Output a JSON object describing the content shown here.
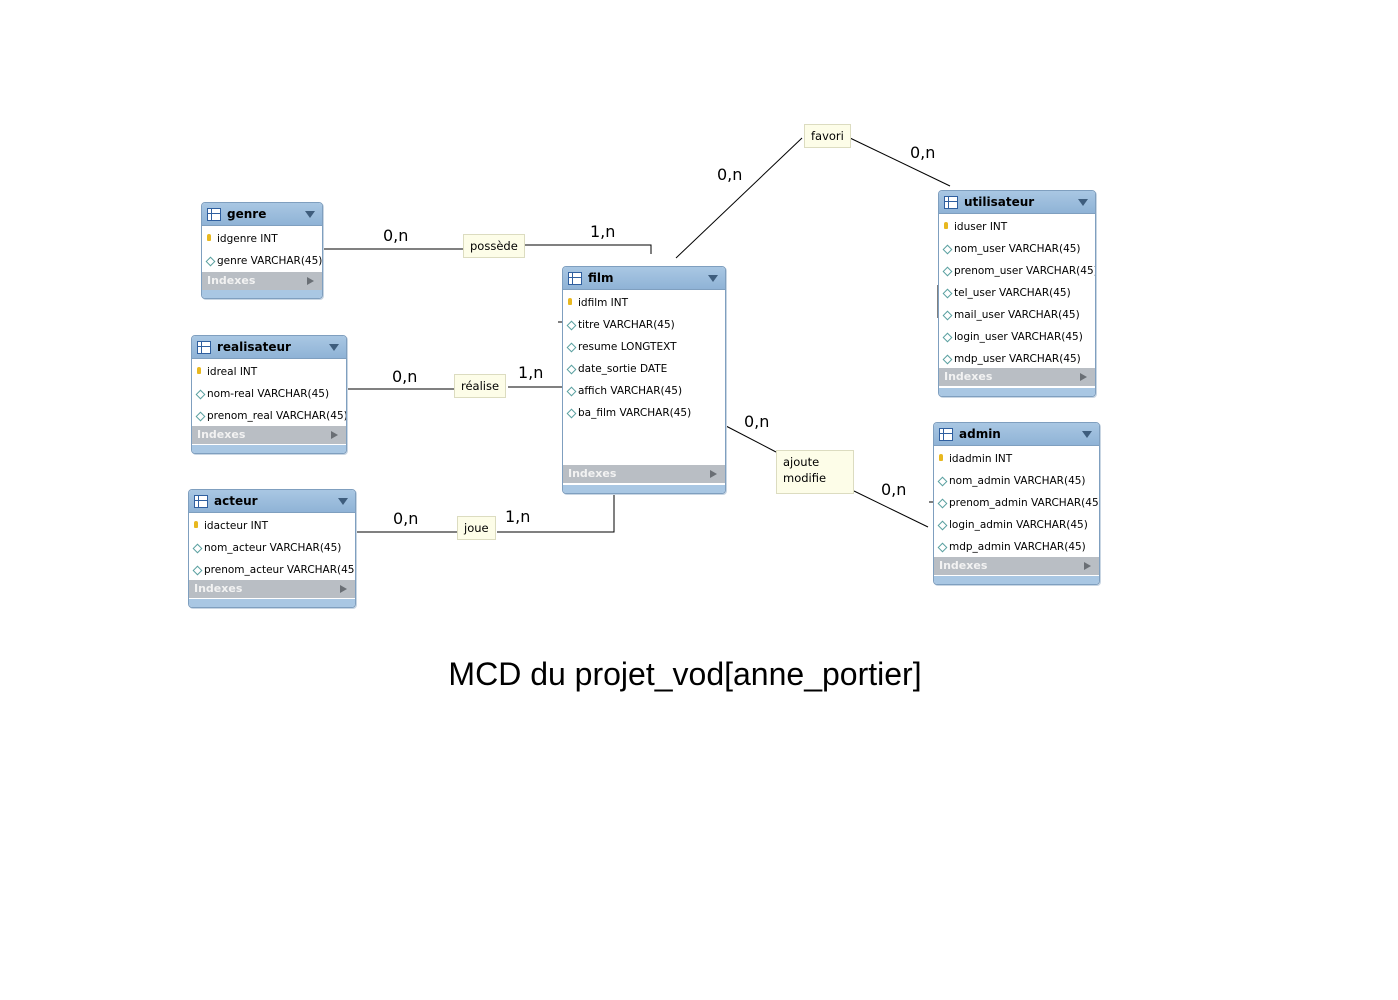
{
  "tables": {
    "genre": {
      "name": "genre",
      "columns": [
        "idgenre INT",
        "genre VARCHAR(45)"
      ],
      "keys": [
        true,
        false
      ],
      "indexes": "Indexes"
    },
    "realisateur": {
      "name": "realisateur",
      "columns": [
        "idreal INT",
        "nom-real VARCHAR(45)",
        "prenom_real VARCHAR(45)"
      ],
      "keys": [
        true,
        false,
        false
      ],
      "indexes": "Indexes"
    },
    "acteur": {
      "name": "acteur",
      "columns": [
        "idacteur INT",
        "nom_acteur VARCHAR(45)",
        "prenom_acteur VARCHAR(45)"
      ],
      "keys": [
        true,
        false,
        false
      ],
      "indexes": "Indexes"
    },
    "film": {
      "name": "film",
      "columns": [
        "idfilm INT",
        "titre VARCHAR(45)",
        "resume LONGTEXT",
        "date_sortie DATE",
        "affich VARCHAR(45)",
        "ba_film VARCHAR(45)"
      ],
      "keys": [
        true,
        false,
        false,
        false,
        false,
        false
      ],
      "indexes": "Indexes"
    },
    "utilisateur": {
      "name": "utilisateur",
      "columns": [
        "iduser INT",
        "nom_user VARCHAR(45)",
        "prenom_user VARCHAR(45)",
        "tel_user VARCHAR(45)",
        "mail_user VARCHAR(45)",
        "login_user VARCHAR(45)",
        "mdp_user VARCHAR(45)"
      ],
      "keys": [
        true,
        false,
        false,
        false,
        false,
        false,
        false
      ],
      "indexes": "Indexes"
    },
    "admin": {
      "name": "admin",
      "columns": [
        "idadmin INT",
        "nom_admin VARCHAR(45)",
        "prenom_admin VARCHAR(45)",
        "login_admin VARCHAR(45)",
        "mdp_admin VARCHAR(45)"
      ],
      "keys": [
        true,
        false,
        false,
        false,
        false
      ],
      "indexes": "Indexes"
    }
  },
  "relations": {
    "possede": "possède",
    "realise": "réalise",
    "joue": "joue",
    "favori": "favori",
    "ajoute_line1": "ajoute",
    "ajoute_line2": "modifie"
  },
  "cardinalities": {
    "genre_possede": "0,n",
    "possede_film": "1,n",
    "realisateur_realise": "0,n",
    "realise_film": "1,n",
    "acteur_joue": "0,n",
    "joue_film": "1,n",
    "film_favori": "0,n",
    "favori_utilisateur": "0,n",
    "film_ajoute": "0,n",
    "ajoute_admin": "0,n"
  },
  "caption": "MCD  du  projet_vod[anne_portier]"
}
